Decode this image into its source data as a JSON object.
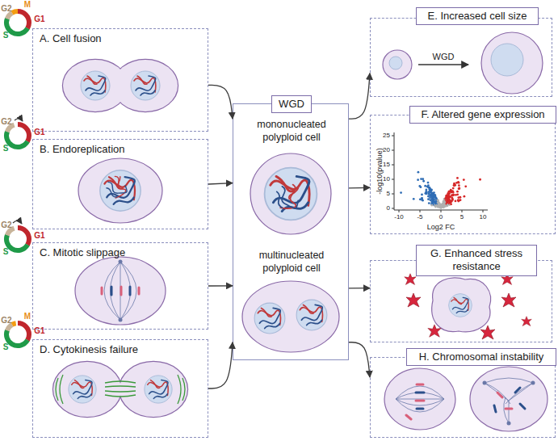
{
  "diagram": {
    "nodes": [
      {
        "text": [
          "A. Cell fusion"
        ]
      },
      {
        "text": [
          "B. Endoreplication"
        ]
      },
      {
        "text": [
          "C. Mitotic slippage"
        ]
      },
      {
        "text": [
          "D. Cytokinesis failure"
        ]
      },
      {
        "text": [
          "WGD",
          "mononucleated polyploid cell",
          "multinucleated polyploid cell"
        ]
      },
      {
        "text": [
          "E. Increased cell size"
        ]
      },
      {
        "text": [
          "F. Altered gene expression"
        ]
      },
      {
        "text": [
          "G. Enhanced stress resistance"
        ]
      },
      {
        "text": [
          "H. Chromosomal instability"
        ]
      }
    ],
    "edges": [
      {
        "from": 0,
        "to": 4,
        "arrow": "to"
      },
      {
        "from": 1,
        "to": 4,
        "arrow": "to"
      },
      {
        "from": 2,
        "to": 4,
        "arrow": "to"
      },
      {
        "from": 3,
        "to": 4,
        "arrow": "to"
      },
      {
        "from": 4,
        "to": 5,
        "arrow": "to"
      },
      {
        "from": 4,
        "to": 6,
        "arrow": "to"
      },
      {
        "from": 4,
        "to": 7,
        "arrow": "to"
      },
      {
        "from": 4,
        "to": 8,
        "arrow": "to"
      }
    ],
    "labels": [
      "G2",
      "M",
      "G1",
      "S",
      "G2",
      "G1",
      "S",
      "G2",
      "G1",
      "S",
      "G2",
      "M",
      "G1",
      "S",
      "WGD",
      "-log10(pvalue)",
      "25",
      "20",
      "15",
      "10",
      "5",
      "0",
      "-10",
      "-5",
      "0",
      "5",
      "10",
      "Log2 FC"
    ]
  }
}
